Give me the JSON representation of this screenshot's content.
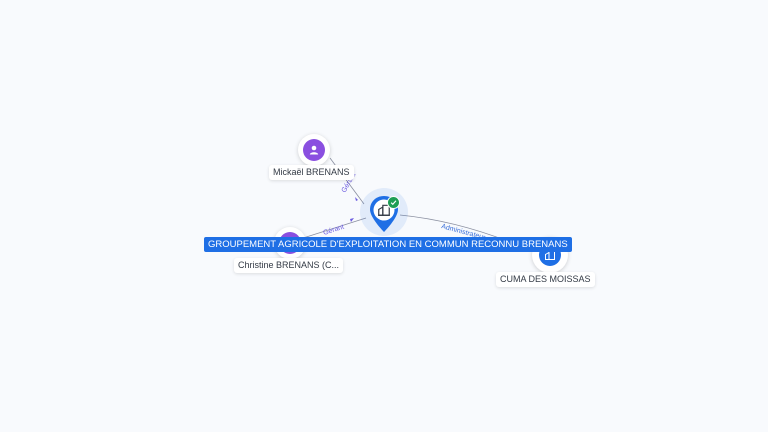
{
  "graph": {
    "main_company": {
      "label": "GROUPEMENT AGRICOLE D'EXPLOITATION EN COMMUN RECONNU BRENANS",
      "icon": "building-icon",
      "status_icon": "check-icon",
      "accent": "#1f6fe5"
    },
    "nodes": [
      {
        "id": "mickael",
        "label": "Mickaël BRENANS",
        "type": "person",
        "icon": "person-icon",
        "color": "#8a4fe0"
      },
      {
        "id": "christine",
        "label": "Christine BRENANS (C...",
        "type": "person",
        "icon": "person-icon",
        "color": "#8a4fe0"
      },
      {
        "id": "cuma",
        "label": "CUMA DES MOISSAS",
        "type": "company",
        "icon": "building-icon",
        "color": "#1f6fe5"
      }
    ],
    "edges": [
      {
        "from": "mickael",
        "to": "main_company",
        "label": "Gérant"
      },
      {
        "from": "christine",
        "to": "main_company",
        "label": "Gérant"
      },
      {
        "from": "main_company",
        "to": "cuma",
        "label": "Administrateur"
      }
    ]
  }
}
